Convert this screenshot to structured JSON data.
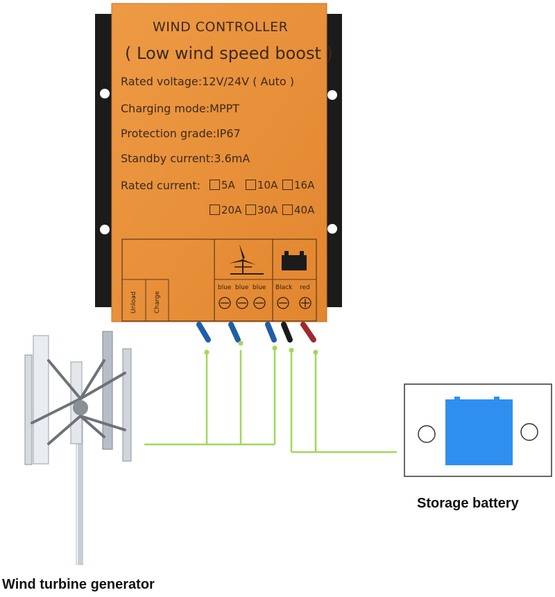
{
  "controller": {
    "title": "WIND CONTROLLER",
    "subtitle": "( Low wind speed boost )",
    "rated_voltage": "Rated voltage:12V/24V ( Auto )",
    "charging_mode": "Charging mode:MPPT",
    "protection_grade": "Protection grade:IP67",
    "standby_current": "Standby current:3.6mA",
    "rated_current_label": "Rated current:",
    "current_options_row1": [
      "5A",
      "10A",
      "16A"
    ],
    "current_options_row2": [
      "20A",
      "30A",
      "40A"
    ],
    "switch_labels": [
      "Unload",
      "Charge"
    ],
    "terminal_labels": [
      "blue",
      "blue",
      "blue",
      "Black",
      "red"
    ],
    "body_color": "#e8923c",
    "heatsink_color": "#1b1b1b"
  },
  "wire_color": "#9fd85a",
  "battery_color": "#2f8ff0",
  "labels": {
    "storage_battery": "Storage battery",
    "wind_turbine": "Wind turbine generator"
  }
}
